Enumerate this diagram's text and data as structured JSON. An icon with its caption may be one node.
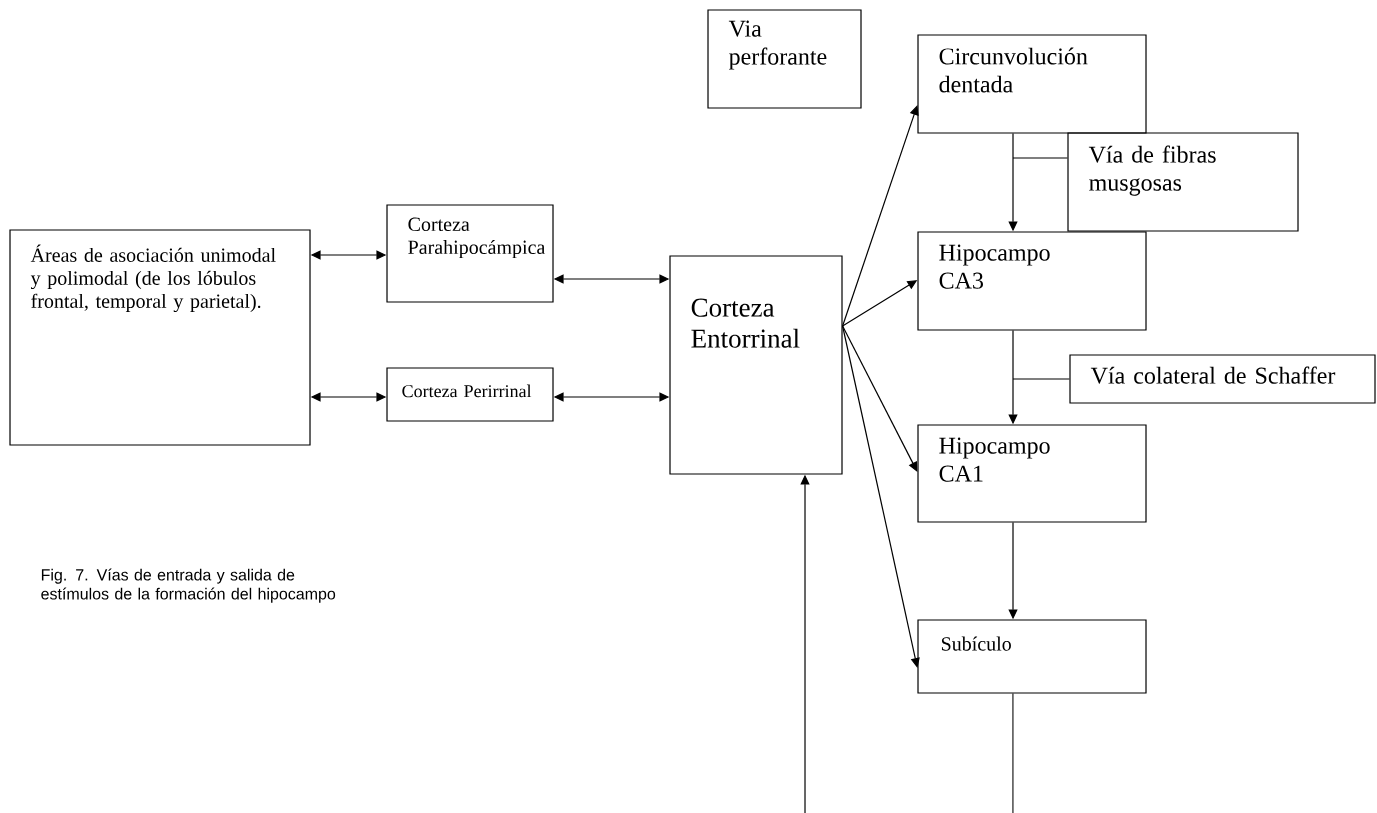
{
  "diagram": {
    "caption": "Fig. 7.  Vías de entrada y salida de estímulos de la formación del hipocampo",
    "nodes": [
      {
        "text": [
          "Áreas de asociación unimodal y polimodal (de los lóbulos frontal, temporal y parietal)."
        ]
      },
      {
        "text": [
          "Corteza Parahipocámpica"
        ]
      },
      {
        "text": [
          "Corteza Perirrinal"
        ]
      },
      {
        "text": [
          "Corteza Entorrinal"
        ]
      },
      {
        "text": [
          "Via perforante"
        ]
      },
      {
        "text": [
          "Circunvolución dentada"
        ]
      },
      {
        "text": [
          "Vía de fibras musgosas"
        ]
      },
      {
        "text": [
          "Hipocampo CA3"
        ]
      },
      {
        "text": [
          "Vía colateral de Schaffer"
        ]
      },
      {
        "text": [
          "Hipocampo CA1"
        ]
      },
      {
        "text": [
          "Subículo"
        ]
      }
    ],
    "edges": [
      {
        "from": 0,
        "to": 1,
        "arrow": "both"
      },
      {
        "from": 0,
        "to": 2,
        "arrow": "both"
      },
      {
        "from": 1,
        "to": 3,
        "arrow": "both"
      },
      {
        "from": 2,
        "to": 3,
        "arrow": "both"
      },
      {
        "from": 3,
        "to": 5,
        "arrow": "to"
      },
      {
        "from": 3,
        "to": 7,
        "arrow": "to"
      },
      {
        "from": 3,
        "to": 9,
        "arrow": "to"
      },
      {
        "from": 3,
        "to": 10,
        "arrow": "to"
      },
      {
        "from": 5,
        "to": 7,
        "arrow": "to"
      },
      {
        "from": 7,
        "to": 9,
        "arrow": "to"
      },
      {
        "from": 9,
        "to": 10,
        "arrow": "to"
      },
      {
        "from": null,
        "to": 3,
        "arrow": "to"
      },
      {
        "from": 10,
        "to": null,
        "arrow": "none"
      },
      {
        "from": 6,
        "to": null,
        "arrow": "none"
      },
      {
        "from": 8,
        "to": null,
        "arrow": "none"
      }
    ]
  }
}
